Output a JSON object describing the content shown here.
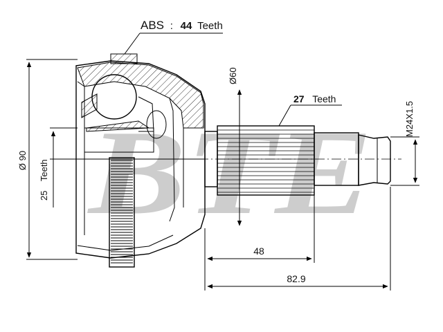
{
  "annotations": {
    "abs_label": "ABS",
    "abs_colon": ":",
    "abs_teeth_count": "44",
    "abs_teeth_word": "Teeth",
    "outer_spline_count": "27",
    "outer_spline_word": "Teeth",
    "inner_spline_count": "25",
    "inner_spline_word": "Teeth",
    "outer_diameter": "Ø 90",
    "shaft_diameter": "Ø60",
    "thread": "M24X1.5",
    "shaft_length": "48",
    "total_length": "82.9"
  },
  "watermark": {
    "text": "BTE",
    "color": "#bdbdbd"
  }
}
